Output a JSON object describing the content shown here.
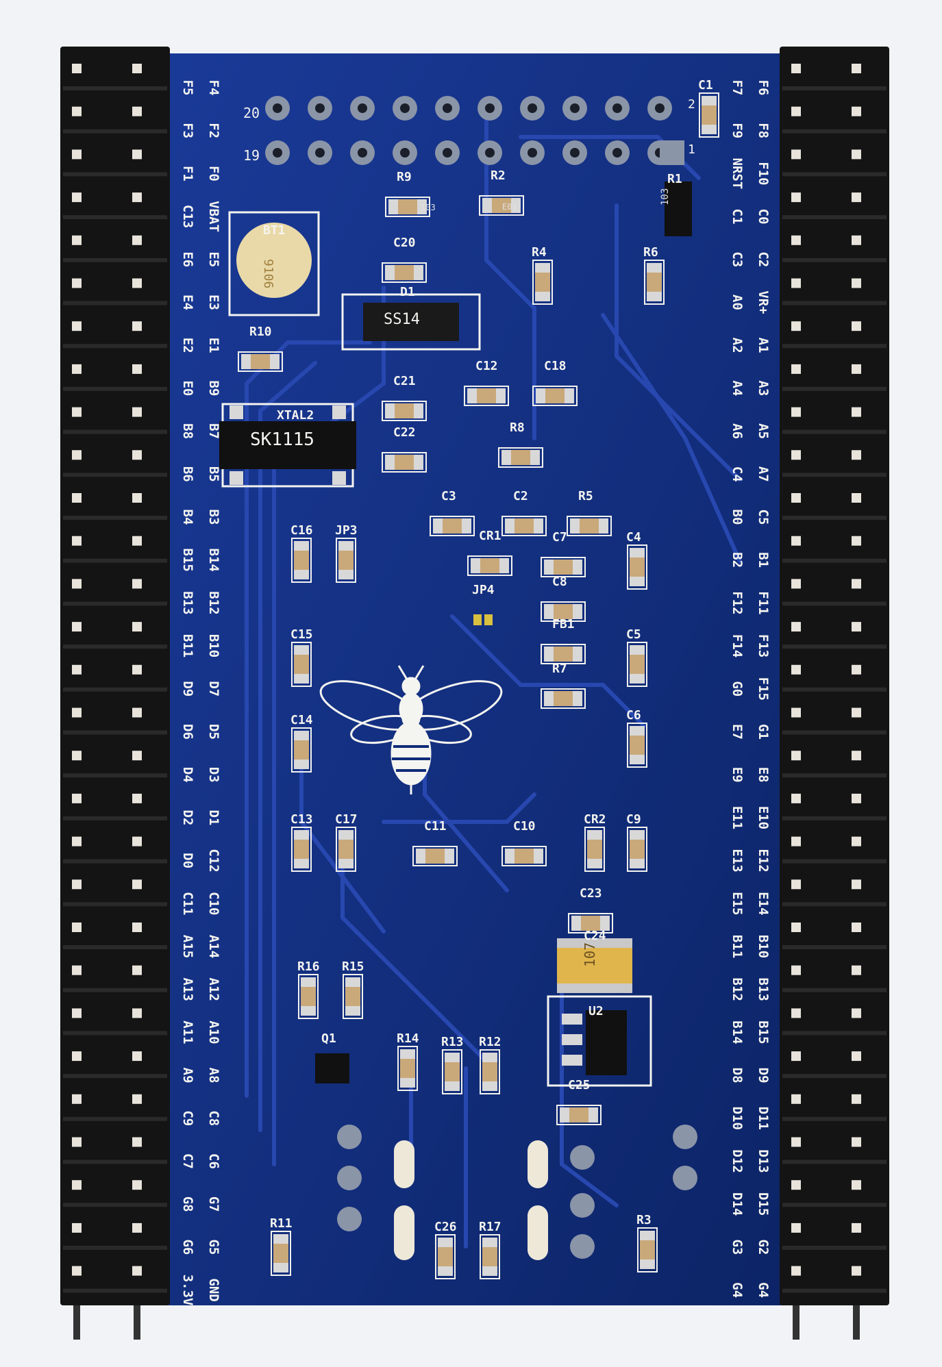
{
  "board": {
    "colors": {
      "pcb": "#0f2a78",
      "pcb_dark": "#0a1f5c",
      "trace": "#1a3a98",
      "header": "#141414",
      "pin": "#e8e4dc",
      "silk": "#f4f4f0",
      "background": "#f2f3f6",
      "battery": "#e9d9a8"
    },
    "header_labels": {
      "top_pin": "20",
      "bottom_pin": "19",
      "right_top": "2",
      "right_bottom": "1"
    },
    "left_labels": [
      [
        "F5",
        "F4"
      ],
      [
        "F3",
        "F2"
      ],
      [
        "F1",
        "F0"
      ],
      [
        "C13",
        "VBAT"
      ],
      [
        "E6",
        "E5"
      ],
      [
        "E4",
        "E3"
      ],
      [
        "E2",
        "E1"
      ],
      [
        "E0",
        "B9"
      ],
      [
        "B8",
        "B7"
      ],
      [
        "B6",
        "B5"
      ],
      [
        "B4",
        "B3"
      ],
      [
        "B15",
        "B14"
      ],
      [
        "B13",
        "B12"
      ],
      [
        "B11",
        "B10"
      ],
      [
        "D9",
        "D7"
      ],
      [
        "D6",
        "D5"
      ],
      [
        "D4",
        "D3"
      ],
      [
        "D2",
        "D1"
      ],
      [
        "D0",
        "C12"
      ],
      [
        "C11",
        "C10"
      ],
      [
        "A15",
        "A14"
      ],
      [
        "A13",
        "A12"
      ],
      [
        "A11",
        "A10"
      ],
      [
        "A9",
        "A8"
      ],
      [
        "C9",
        "C8"
      ],
      [
        "C7",
        "C6"
      ],
      [
        "G8",
        "G7"
      ],
      [
        "G6",
        "G5"
      ],
      [
        "3.3V",
        "GND"
      ]
    ],
    "right_labels": [
      [
        "F6",
        "F7"
      ],
      [
        "F8",
        "F9"
      ],
      [
        "F10",
        "NRST"
      ],
      [
        "C0",
        "C1"
      ],
      [
        "C2",
        "C3"
      ],
      [
        "VR+",
        "A0"
      ],
      [
        "A1",
        "A2"
      ],
      [
        "A3",
        "A4"
      ],
      [
        "A5",
        "A6"
      ],
      [
        "A7",
        "C4"
      ],
      [
        "C5",
        "B0"
      ],
      [
        "B1",
        "B2"
      ],
      [
        "F11",
        "F12"
      ],
      [
        "F13",
        "F14"
      ],
      [
        "F15",
        "G0"
      ],
      [
        "G1",
        "E7"
      ],
      [
        "E8",
        "E9"
      ],
      [
        "E10",
        "E11"
      ],
      [
        "E12",
        "E13"
      ],
      [
        "E14",
        "E15"
      ],
      [
        "B10",
        "B11"
      ],
      [
        "B13",
        "B12"
      ],
      [
        "B15",
        "B14"
      ],
      [
        "D9",
        "D8"
      ],
      [
        "D11",
        "D10"
      ],
      [
        "D13",
        "D12"
      ],
      [
        "D15",
        "D14"
      ],
      [
        "G2",
        "G3"
      ],
      [
        "G4",
        "G4"
      ]
    ],
    "components": [
      {
        "ref": "C1"
      },
      {
        "ref": "R1"
      },
      {
        "ref": "R9"
      },
      {
        "ref": "R2"
      },
      {
        "ref": "BT1"
      },
      {
        "ref": "C20"
      },
      {
        "ref": "D1"
      },
      {
        "ref": "R4"
      },
      {
        "ref": "R6"
      },
      {
        "ref": "R10"
      },
      {
        "ref": "C21"
      },
      {
        "ref": "C22"
      },
      {
        "ref": "C12"
      },
      {
        "ref": "C18"
      },
      {
        "ref": "R8"
      },
      {
        "ref": "XTAL2"
      },
      {
        "ref": "C16"
      },
      {
        "ref": "JP3"
      },
      {
        "ref": "C3"
      },
      {
        "ref": "C2"
      },
      {
        "ref": "R5"
      },
      {
        "ref": "C4"
      },
      {
        "ref": "CR1"
      },
      {
        "ref": "C7"
      },
      {
        "ref": "C8"
      },
      {
        "ref": "JP4"
      },
      {
        "ref": "C15"
      },
      {
        "ref": "C5"
      },
      {
        "ref": "FB1"
      },
      {
        "ref": "R7"
      },
      {
        "ref": "C14"
      },
      {
        "ref": "C6"
      },
      {
        "ref": "C13"
      },
      {
        "ref": "C17"
      },
      {
        "ref": "CR2"
      },
      {
        "ref": "C9"
      },
      {
        "ref": "C11"
      },
      {
        "ref": "C10"
      },
      {
        "ref": "C23"
      },
      {
        "ref": "C24"
      },
      {
        "ref": "U2"
      },
      {
        "ref": "R16"
      },
      {
        "ref": "R15"
      },
      {
        "ref": "R14"
      },
      {
        "ref": "R13"
      },
      {
        "ref": "R12"
      },
      {
        "ref": "Q1"
      },
      {
        "ref": "C25"
      },
      {
        "ref": "R11"
      },
      {
        "ref": "C26"
      },
      {
        "ref": "R17"
      },
      {
        "ref": "R3"
      }
    ],
    "part_markings": {
      "diode": "SS14",
      "crystal": "SK1115",
      "battery": "9106",
      "resistor_103": "103",
      "resistor_103b": "103",
      "resistor_e01": "E01",
      "tantalum": "107"
    },
    "logo": "bee-icon"
  }
}
